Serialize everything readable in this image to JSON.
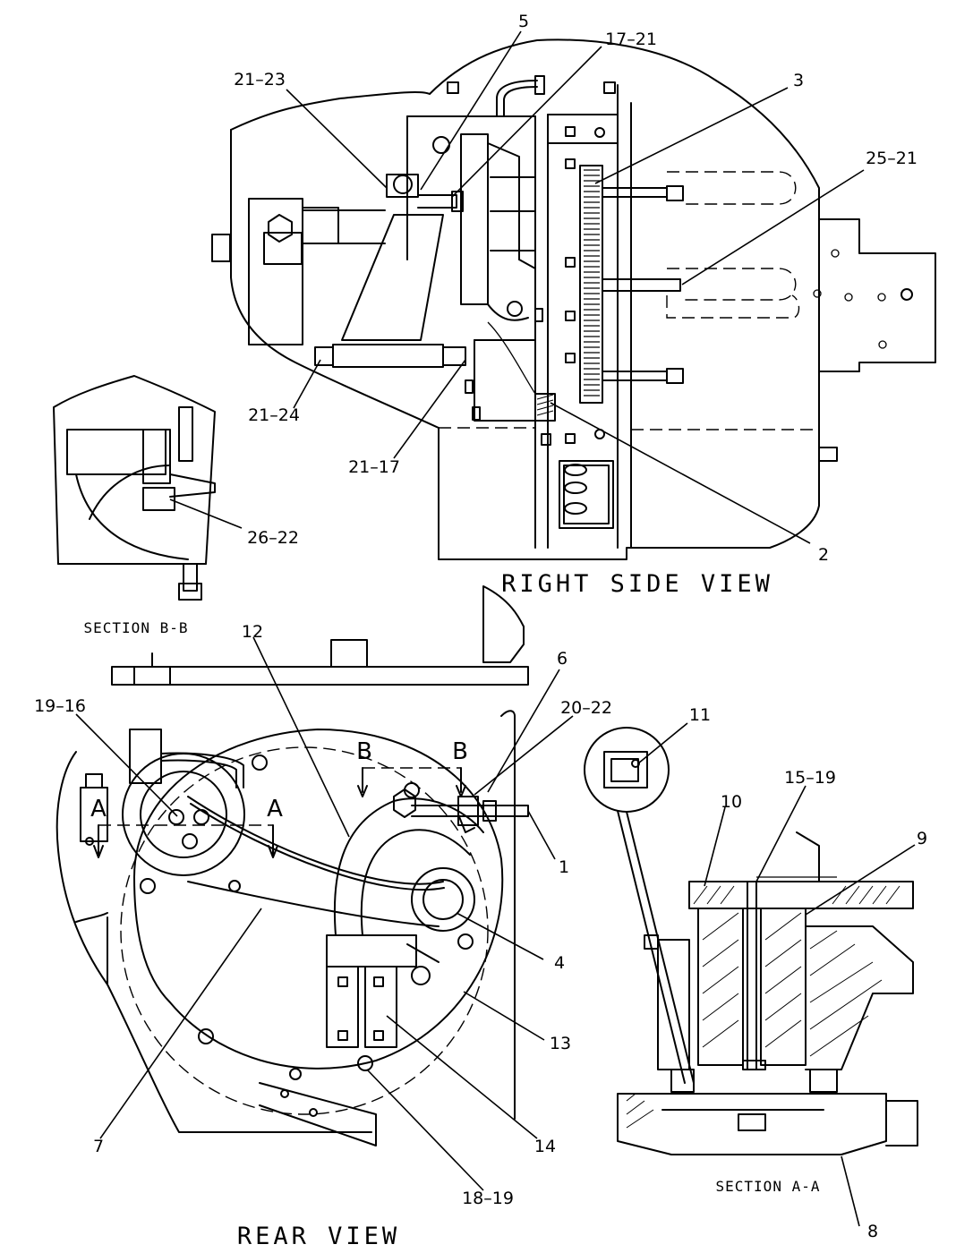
{
  "views": {
    "right_side": "RIGHT SIDE VIEW",
    "rear": "REAR VIEW",
    "section_bb": "SECTION B-B",
    "section_aa": "SECTION A-A"
  },
  "section_markers": {
    "a": "A",
    "b": "B"
  },
  "callouts": {
    "c5": "5",
    "c17_21": "17–21",
    "c21_23": "21–23",
    "c3": "3",
    "c25_21": "25–21",
    "c21_24": "21–24",
    "c21_17": "21–17",
    "c26_22": "26–22",
    "c2": "2",
    "c12": "12",
    "c6": "6",
    "c19_16": "19–16",
    "c20_22": "20–22",
    "c11": "11",
    "c15_19": "15–19",
    "c10": "10",
    "c9": "9",
    "c1": "1",
    "c4": "4",
    "c13": "13",
    "c14": "14",
    "c7": "7",
    "c18_19": "18–19",
    "c8": "8"
  }
}
